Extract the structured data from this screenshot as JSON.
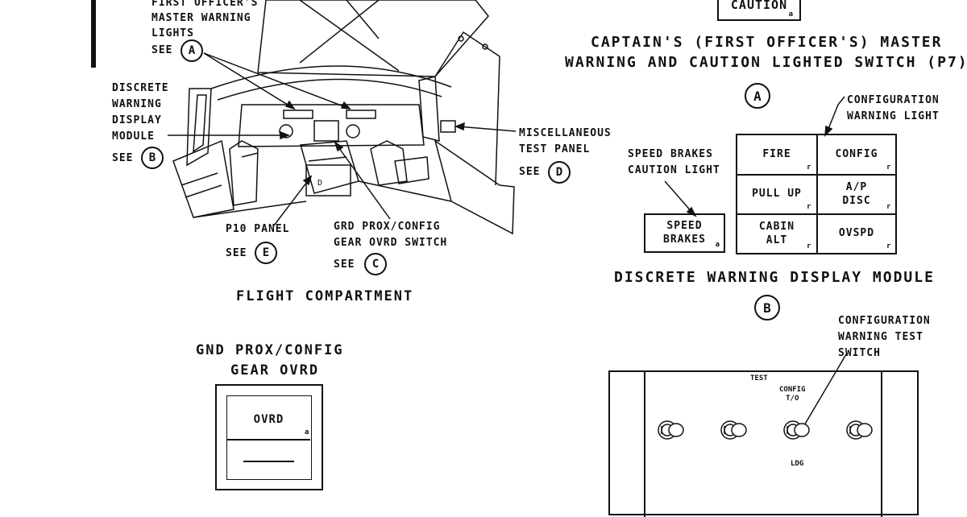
{
  "flight_compartment": {
    "title": "FLIGHT COMPARTMENT",
    "master_warning_callout": "FIRST OFFICER'S\nMASTER WARNING\nLIGHTS",
    "discrete_callout": "DISCRETE\nWARNING\nDISPLAY\nMODULE",
    "misc_callout": "MISCELLANEOUS\nTEST PANEL",
    "p10_callout": "P10 PANEL",
    "grd_prox_callout": "GRD PROX/CONFIG\nGEAR OVRD SWITCH",
    "see_label": "SEE",
    "panel_letter": "D"
  },
  "refs": {
    "a": "A",
    "b": "B",
    "c": "C",
    "d": "D",
    "e": "E"
  },
  "master_warning": {
    "caution_label": "CAUTION",
    "sub_mark": "a",
    "title_line1": "CAPTAIN'S (FIRST OFFICER'S) MASTER",
    "title_line2": "WARNING AND CAUTION LIGHTED SWITCH (P7)"
  },
  "discrete_module": {
    "title": "DISCRETE WARNING DISPLAY MODULE",
    "config_light_label": "CONFIGURATION\nWARNING LIGHT",
    "speed_brakes_light_label": "SPEED BRAKES\nCAUTION LIGHT",
    "speed_brakes_box": "SPEED\nBRAKES",
    "speed_brakes_mark": "a",
    "cells": [
      {
        "text": "FIRE",
        "mark": "r"
      },
      {
        "text": "CONFIG",
        "mark": "r"
      },
      {
        "text": "PULL UP",
        "mark": "r"
      },
      {
        "text": "A/P\nDISC",
        "mark": "r"
      },
      {
        "text": "CABIN\nALT",
        "mark": "r"
      },
      {
        "text": "OVSPD",
        "mark": "r"
      }
    ]
  },
  "gnd_prox": {
    "title_line1": "GND PROX/CONFIG",
    "title_line2": "GEAR OVRD",
    "ovrd_label": "OVRD",
    "mark": "a"
  },
  "test_panel": {
    "callout": "CONFIGURATION\nWARNING TEST\nSWITCH",
    "test_label": "TEST",
    "config_to_label": "CONFIG\nT/O",
    "ldg_label": "LDG"
  },
  "colors": {
    "ink": "#111111",
    "paper": "#ffffff"
  }
}
